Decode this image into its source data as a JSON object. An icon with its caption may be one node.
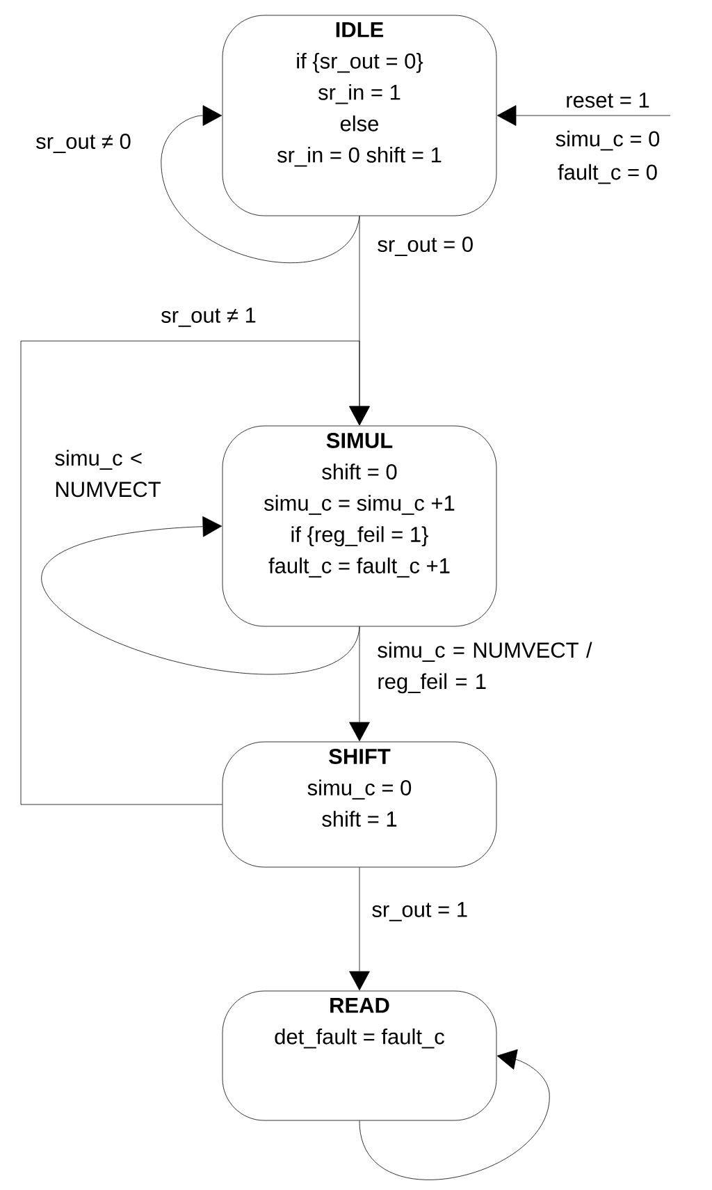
{
  "diagram": {
    "nodes": [
      {
        "text": [
          "IDLE",
          "if {sr_out = 0}",
          "sr_in = 1",
          "else",
          "sr_in = 0 shift = 1"
        ]
      },
      {
        "text": [
          "SIMUL",
          "shift = 0",
          "simu_c = simu_c +1",
          "if {reg_feil = 1}",
          "fault_c = fault_c +1"
        ]
      },
      {
        "text": [
          "SHIFT",
          "simu_c = 0",
          "shift = 1"
        ]
      },
      {
        "text": [
          "READ",
          "det_fault = fault_c"
        ]
      }
    ],
    "edges": [
      {
        "from": null,
        "to": 0,
        "arrow": "to",
        "label": "reset = 1"
      },
      {
        "from": 0,
        "to": 0,
        "arrow": "to",
        "label": "sr_out ≠ 0"
      },
      {
        "from": 0,
        "to": 1,
        "arrow": "to",
        "label": "sr_out = 0"
      },
      {
        "from": 2,
        "to": 1,
        "arrow": "to",
        "label": "sr_out ≠ 1"
      },
      {
        "from": 1,
        "to": 1,
        "arrow": "to",
        "label": "simu_c < NUMVECT"
      },
      {
        "from": 1,
        "to": 2,
        "arrow": "to",
        "label": "simu_c = NUMVECT / reg_feil = 1"
      },
      {
        "from": 2,
        "to": 3,
        "arrow": "to",
        "label": "sr_out = 1"
      },
      {
        "from": 3,
        "to": 3,
        "arrow": "to"
      }
    ],
    "labels": [
      "simu_c = 0",
      "fault_c = 0"
    ]
  }
}
